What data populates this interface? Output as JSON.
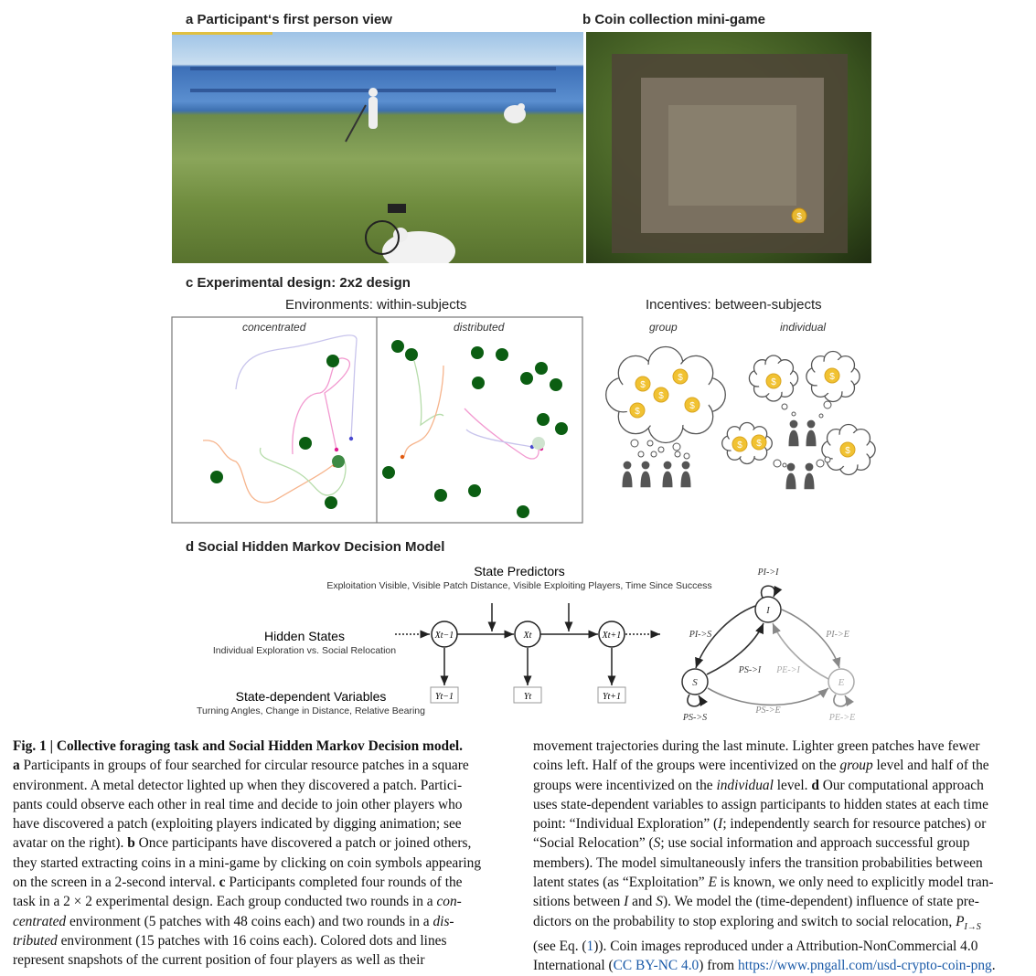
{
  "panel_a": {
    "label": "a Participant‘s first person view"
  },
  "panel_b": {
    "label": "b Coin collection mini-game",
    "coin_symbol": "$"
  },
  "panel_c": {
    "label": "c Experimental design: 2x2 design",
    "environments_title": "Environments: within-subjects",
    "incentives_title": "Incentives: between-subjects",
    "concentrated": "concentrated",
    "distributed": "distributed",
    "group": "group",
    "individual": "individual",
    "coin_symbol": "$"
  },
  "panel_d": {
    "label": "d Social Hidden Markov Decision Model",
    "state_predictors": "State Predictors",
    "state_predictors_sub": "Exploitation Visible, Visible Patch Distance, Visible Exploiting Players, Time Since Success",
    "hidden_states": "Hidden States",
    "hidden_states_sub": "Individual Exploration vs. Social Relocation",
    "state_vars": "State-dependent Variables",
    "state_vars_sub": "Turning Angles, Change in Distance, Relative Bearing",
    "x_nodes": [
      "Xt−1",
      "Xt",
      "Xt+1"
    ],
    "y_nodes": [
      "Yt−1",
      "Yt",
      "Yt+1"
    ],
    "states": {
      "I": "I",
      "S": "S",
      "E": "E"
    },
    "transitions": {
      "II": "PI->I",
      "IS": "PI->S",
      "SI": "PS->I",
      "IE": "PI->E",
      "EI": "PE->I",
      "SS": "PS->S",
      "SE": "PS->E",
      "EE": "PE->E"
    },
    "colors": {
      "dark": "#333333",
      "mid": "#888888",
      "light": "#aaaaaa"
    }
  },
  "caption": {
    "left": [
      [
        [
          "b",
          "Fig. 1 | Collective foraging task and Social Hidden Markov Decision model."
        ]
      ],
      [
        [
          "b",
          "a"
        ],
        [
          "n",
          " Participants in groups of four searched for circular resource patches in a square"
        ]
      ],
      [
        [
          "n",
          "environment. A metal detector lighted up when they discovered a patch. Partici-"
        ]
      ],
      [
        [
          "n",
          "pants could observe each other in real time and decide to join other players who"
        ]
      ],
      [
        [
          "n",
          "have discovered a patch (exploiting players indicated by digging animation; see"
        ]
      ],
      [
        [
          "n",
          "avatar on the right). "
        ],
        [
          "b",
          "b"
        ],
        [
          "n",
          " Once participants have discovered a patch or joined others,"
        ]
      ],
      [
        [
          "n",
          "they started extracting coins in a mini-game by clicking on coin symbols appearing"
        ]
      ],
      [
        [
          "n",
          "on the screen in a 2-second interval. "
        ],
        [
          "b",
          "c"
        ],
        [
          "n",
          " Participants completed four rounds of the"
        ]
      ],
      [
        [
          "n",
          "task in a 2 × 2 experimental design. Each group conducted two rounds in a "
        ],
        [
          "i",
          "con-"
        ]
      ],
      [
        [
          "i",
          "centrated"
        ],
        [
          "n",
          " environment (5 patches with 48 coins each) and two rounds in a "
        ],
        [
          "i",
          "dis-"
        ]
      ],
      [
        [
          "i",
          "tributed"
        ],
        [
          "n",
          " environment (15 patches with 16 coins each). Colored dots and lines"
        ]
      ],
      [
        [
          "n",
          "represent snapshots of the current position of four players as well as their"
        ]
      ]
    ],
    "right": [
      [
        [
          "n",
          "movement trajectories during the last minute. Lighter green patches have fewer"
        ]
      ],
      [
        [
          "n",
          "coins left. Half of the groups were incentivized on the "
        ],
        [
          "i",
          "group"
        ],
        [
          "n",
          " level and half of the"
        ]
      ],
      [
        [
          "n",
          "groups were incentivized on the "
        ],
        [
          "i",
          "individual"
        ],
        [
          "n",
          " level. "
        ],
        [
          "b",
          "d"
        ],
        [
          "n",
          " Our computational approach"
        ]
      ],
      [
        [
          "n",
          "uses state-dependent variables to assign participants to hidden states at each time"
        ]
      ],
      [
        [
          "n",
          "point: “Individual Exploration” ("
        ],
        [
          "i",
          "I"
        ],
        [
          "n",
          "; independently search for resource patches) or"
        ]
      ],
      [
        [
          "n",
          "“Social Relocation” ("
        ],
        [
          "i",
          "S"
        ],
        [
          "n",
          "; use social information and approach successful group"
        ]
      ],
      [
        [
          "n",
          "members). The model simultaneously infers the transition probabilities between"
        ]
      ],
      [
        [
          "n",
          "latent states (as “Exploitation” "
        ],
        [
          "i",
          "E"
        ],
        [
          "n",
          " is known, we only need to explicitly model tran-"
        ]
      ],
      [
        [
          "n",
          "sitions between "
        ],
        [
          "i",
          "I"
        ],
        [
          "n",
          " and "
        ],
        [
          "i",
          "S"
        ],
        [
          "n",
          "). We model the (time-dependent) influence of state pre-"
        ]
      ],
      [
        [
          "n",
          "dictors on the probability to stop exploring and switch to social relocation, "
        ],
        [
          "i",
          "P"
        ],
        [
          "s",
          "I→S"
        ]
      ],
      [
        [
          "n",
          "(see Eq. ("
        ],
        [
          "l",
          "1"
        ],
        [
          "n",
          ")). Coin images reproduced under a Attribution-NonCommercial 4.0"
        ]
      ],
      [
        [
          "n",
          "International ("
        ],
        [
          "l",
          "CC BY-NC 4.0"
        ],
        [
          "n",
          ") from "
        ],
        [
          "l",
          "https://www.pngall.com/usd-crypto-coin-png"
        ],
        [
          "n",
          "."
        ]
      ]
    ]
  }
}
